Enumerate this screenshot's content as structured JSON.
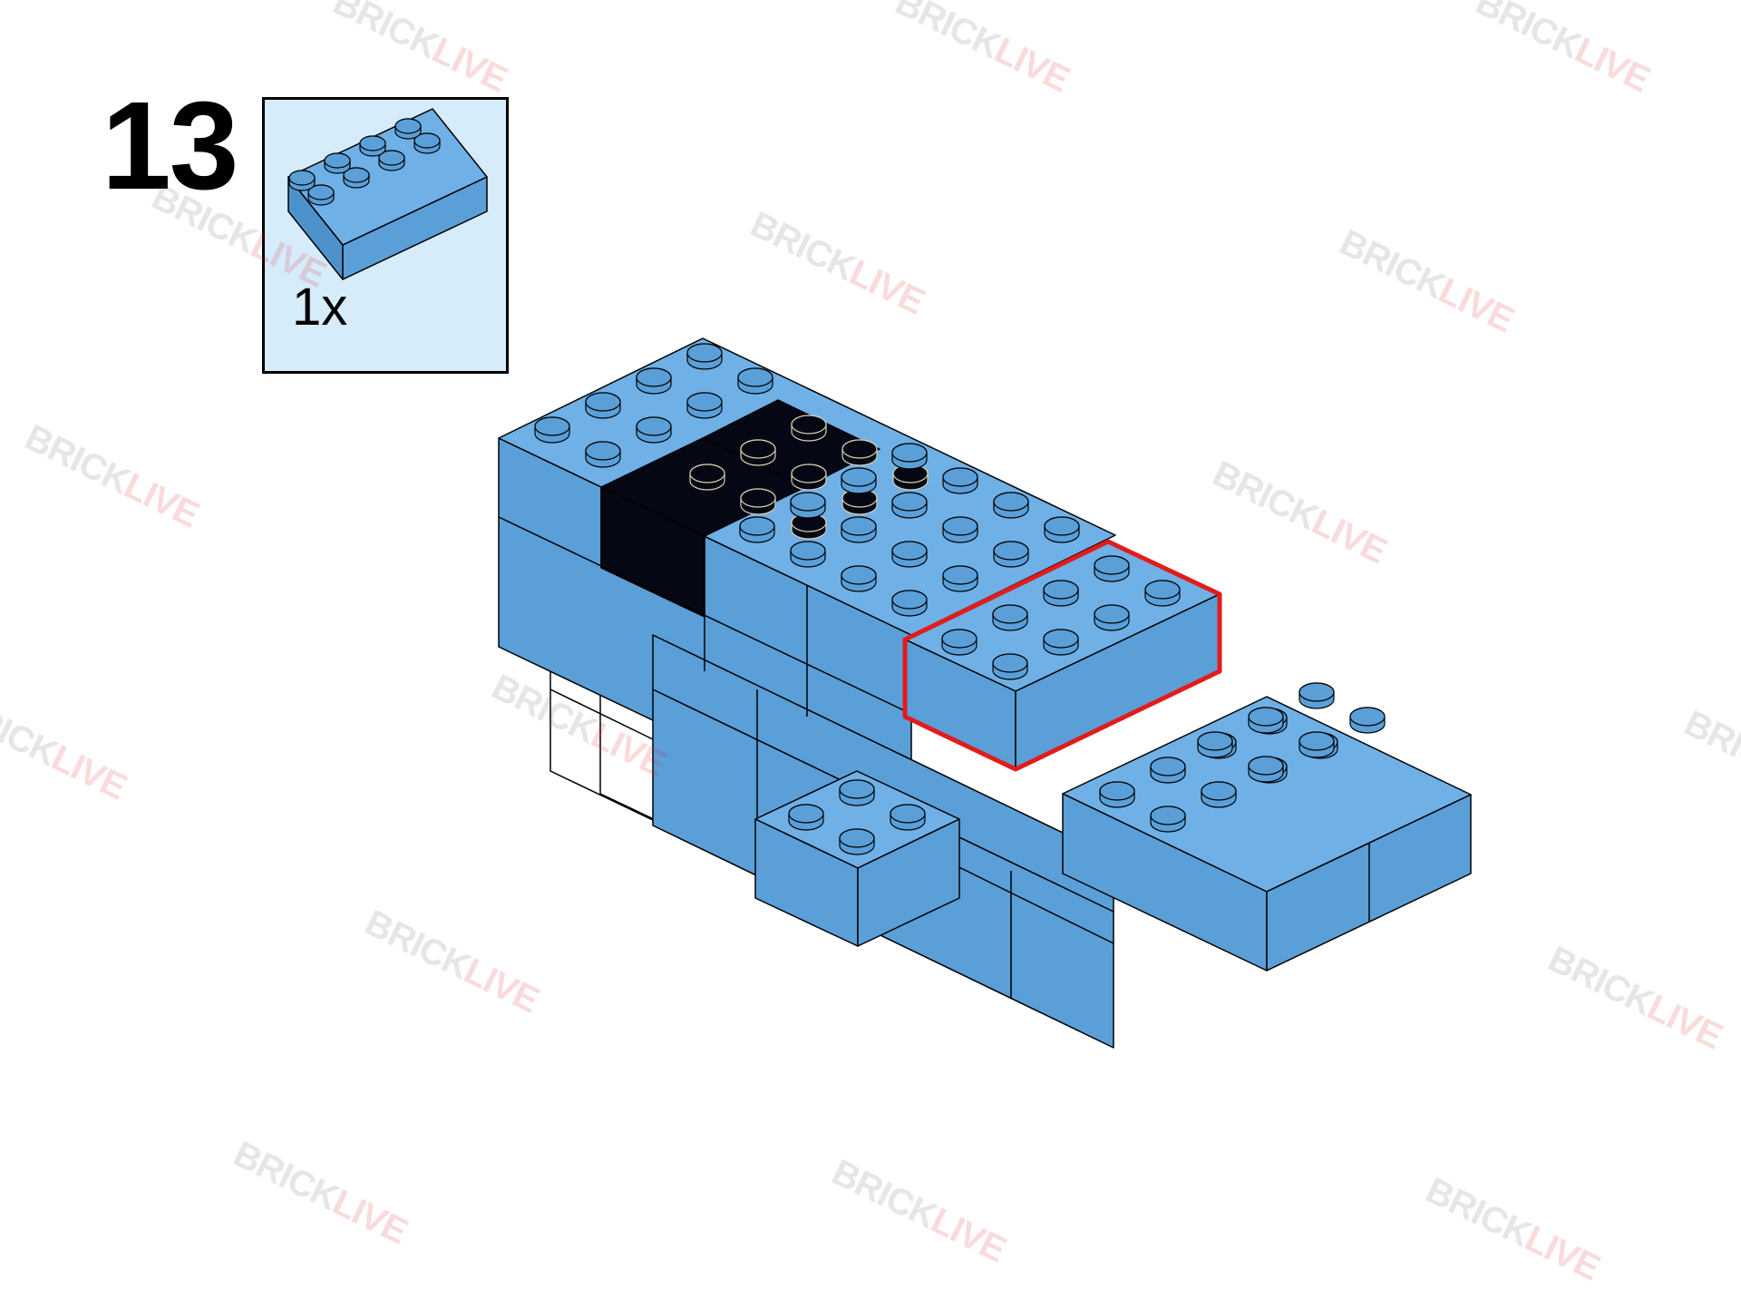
{
  "step": {
    "number": "13"
  },
  "parts_callout": {
    "quantity": "1x",
    "part": {
      "name": "2x4 brick",
      "color": "#5a9fd8"
    }
  },
  "highlight_color": "#e31b1b",
  "colors": {
    "brick_blue": "#5a9fd8",
    "brick_black": "#050814",
    "brick_white": "#ffffff",
    "callout_bg": "#d6ecfb"
  },
  "watermark": {
    "brand_a": "BRICK",
    "brand_b": "LIVE"
  }
}
